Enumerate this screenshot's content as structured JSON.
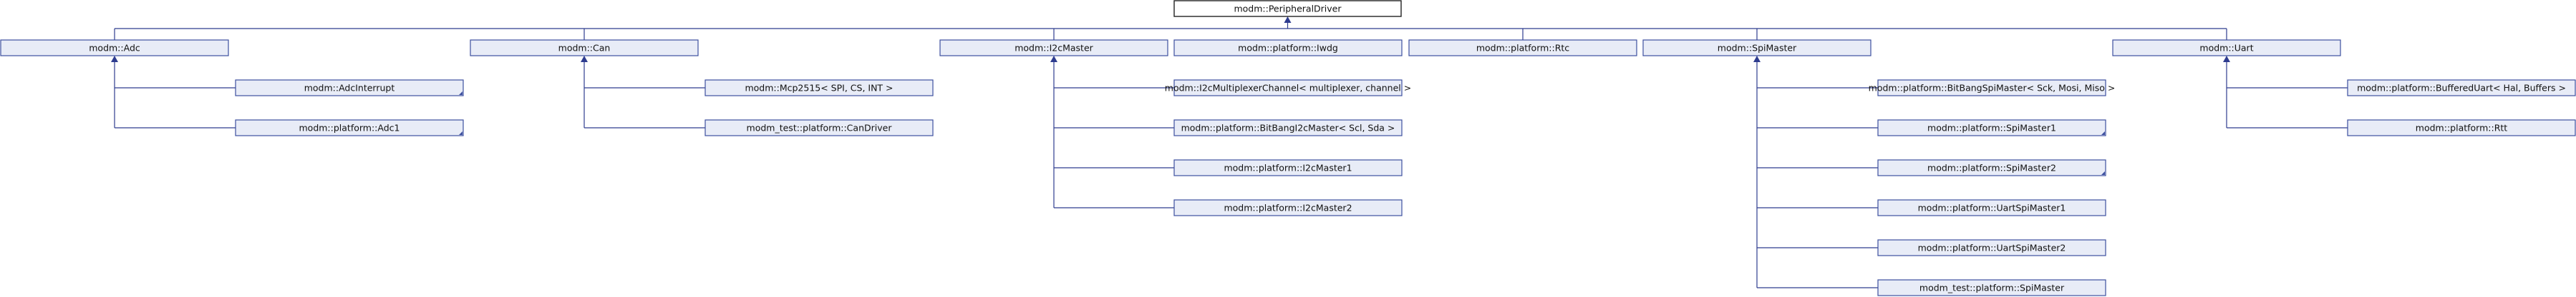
{
  "diagram": {
    "root": {
      "label": "modm::PeripheralDriver"
    },
    "groups": [
      {
        "label": "modm::Adc",
        "children": [
          {
            "label": "modm::AdcInterrupt",
            "folded": true
          },
          {
            "label": "modm::platform::Adc1",
            "folded": true
          }
        ]
      },
      {
        "label": "modm::Can",
        "children": [
          {
            "label": "modm::Mcp2515< SPI, CS, INT >",
            "folded": false
          },
          {
            "label": "modm_test::platform::CanDriver",
            "folded": false
          }
        ]
      },
      {
        "label": "modm::I2cMaster",
        "children": [
          {
            "label": "modm::I2cMultiplexerChannel< multiplexer, channel >",
            "folded": false
          },
          {
            "label": "modm::platform::BitBangI2cMaster< Scl, Sda >",
            "folded": false
          },
          {
            "label": "modm::platform::I2cMaster1",
            "folded": false
          },
          {
            "label": "modm::platform::I2cMaster2",
            "folded": false
          }
        ]
      },
      {
        "label": "modm::platform::Iwdg",
        "children": []
      },
      {
        "label": "modm::platform::Rtc",
        "children": []
      },
      {
        "label": "modm::SpiMaster",
        "children": [
          {
            "label": "modm::platform::BitBangSpiMaster< Sck, Mosi, Miso >",
            "folded": false
          },
          {
            "label": "modm::platform::SpiMaster1",
            "folded": true
          },
          {
            "label": "modm::platform::SpiMaster2",
            "folded": true
          },
          {
            "label": "modm::platform::UartSpiMaster1",
            "folded": false
          },
          {
            "label": "modm::platform::UartSpiMaster2",
            "folded": false
          },
          {
            "label": "modm_test::platform::SpiMaster",
            "folded": false
          }
        ]
      },
      {
        "label": "modm::Uart",
        "children": [
          {
            "label": "modm::platform::BufferedUart< Hal, Buffers >",
            "folded": false
          },
          {
            "label": "modm::platform::Rtt",
            "folded": false
          }
        ]
      }
    ]
  }
}
